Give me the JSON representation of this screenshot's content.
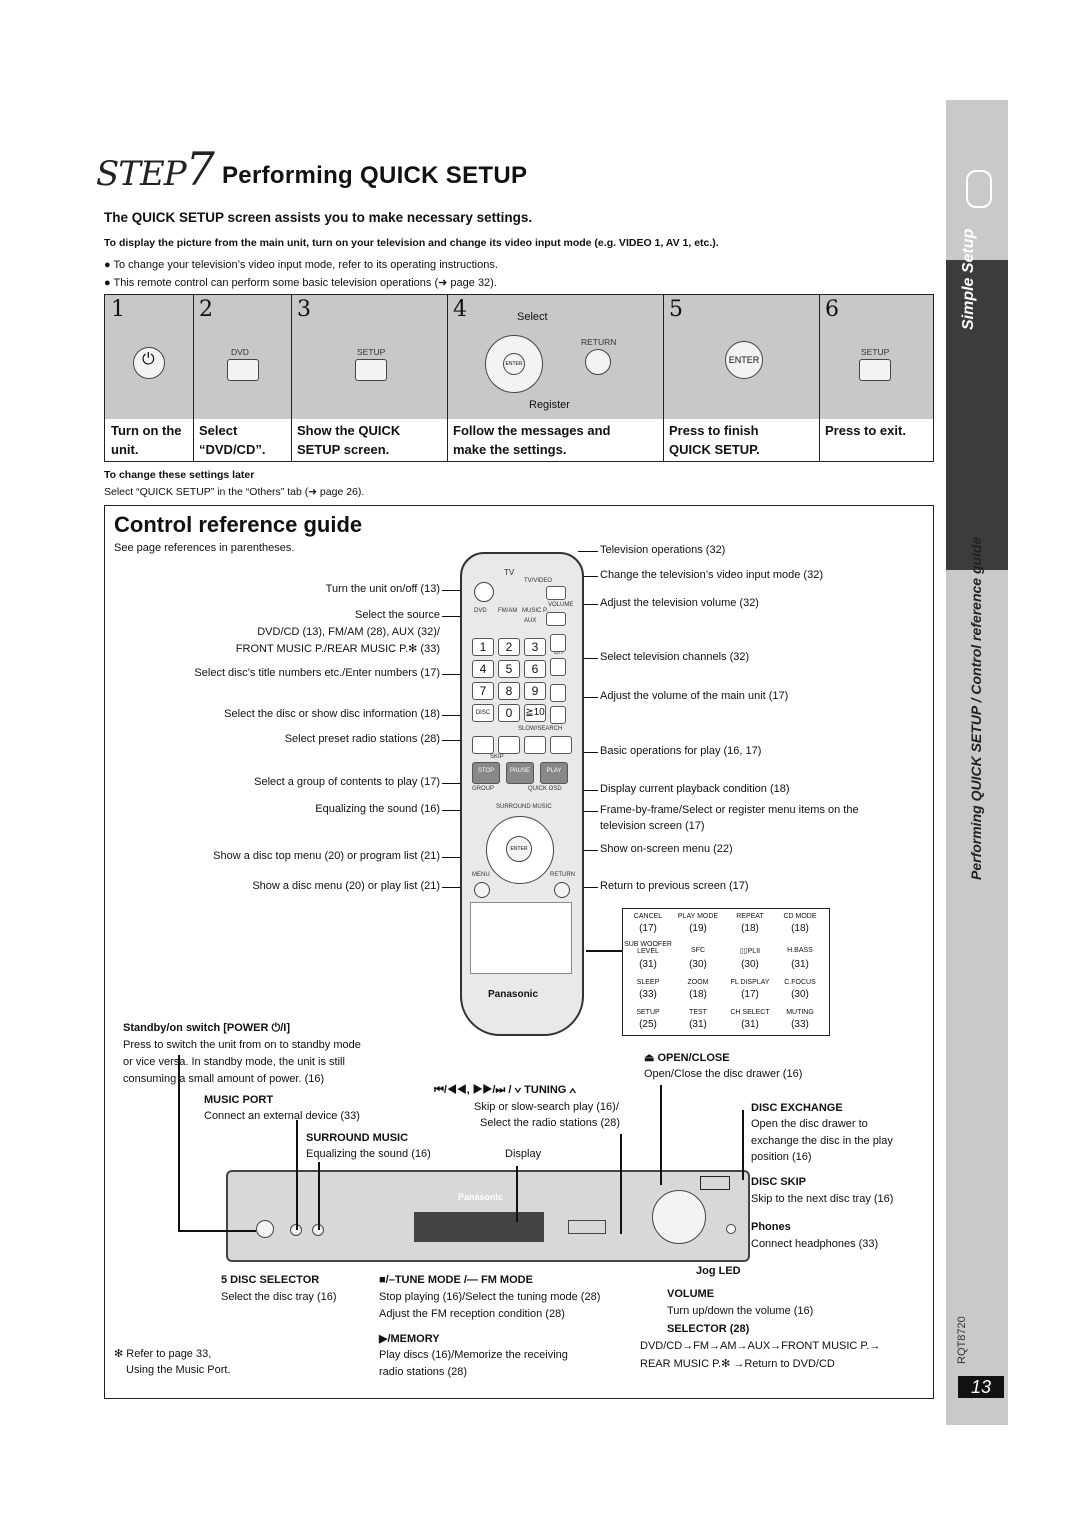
{
  "header": {
    "step_word": "STEP",
    "step_num": "7",
    "title": "Performing QUICK SETUP",
    "subtitle": "The QUICK SETUP screen assists you to make necessary settings.",
    "instruction": "To display the picture from the main unit, turn on your television and change its video input mode (e.g. VIDEO 1, AV 1, etc.).",
    "bullets": [
      "● To change your television’s video input mode, refer to its operating instructions.",
      "● This remote control can perform some basic television operations (➜ page 32)."
    ]
  },
  "steps": [
    {
      "num": "1",
      "caption1": "Turn on the",
      "caption2": "unit.",
      "btn": ""
    },
    {
      "num": "2",
      "caption1": "Select",
      "caption2": "“DVD/CD”.",
      "btn": "DVD"
    },
    {
      "num": "3",
      "caption1": "Show the QUICK",
      "caption2": "SETUP screen.",
      "btn": "SETUP"
    },
    {
      "num": "4",
      "caption1": "Follow the messages and",
      "caption2": "make the settings.",
      "btn": "RETURN",
      "select": "Select",
      "register": "Register",
      "enter": "ENTER"
    },
    {
      "num": "5",
      "caption1": "Press to finish",
      "caption2": "QUICK SETUP.",
      "btn": "ENTER"
    },
    {
      "num": "6",
      "caption1": "Press to exit.",
      "caption2": "",
      "btn": "SETUP"
    }
  ],
  "later": {
    "heading": "To change these settings later",
    "text": "Select “QUICK SETUP” in the “Others” tab (➜ page 26)."
  },
  "sidebar": {
    "simple_setup": "Simple Setup",
    "section": "Performing QUICK SETUP / Control reference guide",
    "page": "13",
    "code": "RQT8720"
  },
  "crg": {
    "title": "Control reference guide",
    "see_refs": "See page references in parentheses.",
    "left_labels": [
      "Turn the unit on/off (13)",
      "Select the source",
      "DVD/CD (13), FM/AM (28), AUX (32)/",
      "FRONT MUSIC P./REAR MUSIC P.✻ (33)",
      "Select disc’s title numbers etc./Enter numbers (17)",
      "Select the disc or show disc information (18)",
      "Select preset radio stations (28)",
      "Select a group of contents to play (17)",
      "Equalizing the sound (16)",
      "Show a disc top menu (20) or program list (21)",
      "Show a disc menu (20) or play list (21)"
    ],
    "right_labels": [
      "Television operations (32)",
      "Change the television’s video input mode (32)",
      "Adjust the television volume (32)",
      "Select television channels (32)",
      "Adjust the volume of the main unit (17)",
      "Basic operations for play (16, 17)",
      "Display current playback condition (18)",
      "Frame-by-frame/Select or register menu items on the",
      "television screen (17)",
      "Show on-screen menu (22)",
      "Return to previous screen (17)"
    ],
    "remote": {
      "tv": "TV",
      "tvvideo": "TV/VIDEO",
      "volume": "VOLUME",
      "ch": "CH",
      "digits": [
        "1",
        "2",
        "3",
        "4",
        "5",
        "6",
        "7",
        "8",
        "9",
        "0"
      ],
      "ten": "≧10",
      "disc": "DISC",
      "skip": "SKIP",
      "slow": "SLOW/SEARCH",
      "stop": "STOP",
      "pause": "PAUSE",
      "play": "PLAY",
      "group": "GROUP",
      "quick": "QUICK OSD",
      "surround": "SURROUND MUSIC",
      "enter": "ENTER",
      "menu": "MENU",
      "return": "RETURN",
      "brand": "Panasonic",
      "sources": [
        "DVD",
        "FM/AM",
        "MUSIC P.",
        "AUX"
      ]
    },
    "grid": {
      "labels": [
        "CANCEL",
        "PLAY MODE",
        "REPEAT",
        "CD MODE",
        "SUB WOOFER LEVEL",
        "SFC",
        "▯▯PLII",
        "H.BASS",
        "SLEEP",
        "ZOOM",
        "FL DISPLAY",
        "C.FOCUS",
        "SETUP",
        "TEST",
        "CH SELECT",
        "MUTING"
      ],
      "nums": [
        "(17)",
        "(19)",
        "(18)",
        "(18)",
        "(31)",
        "(30)",
        "(30)",
        "(31)",
        "(33)",
        "(18)",
        "(17)",
        "(30)",
        "(25)",
        "(31)",
        "(31)",
        "(33)"
      ]
    },
    "standby": {
      "heading": "Standby/on switch [POWER ⏻/I]",
      "text1": "Press to switch the unit from on to standby mode",
      "text2": "or vice versa. In standby mode, the unit is still",
      "text3": "consuming a small amount of power. (16)"
    },
    "music_port": {
      "heading": "MUSIC PORT",
      "text": "Connect an external device (33)"
    },
    "surround_music": {
      "heading": "SURROUND MUSIC",
      "text": "Equalizing the sound (16)"
    },
    "display": "Display",
    "tuning": {
      "heading": "⏮/◀◀, ▶▶/⏭ / ∨ TUNING ∧",
      "text1": "Skip or slow-search play (16)/",
      "text2": "Select the radio stations (28)"
    },
    "open_close": {
      "heading": "⏏ OPEN/CLOSE",
      "text": "Open/Close the disc drawer (16)"
    },
    "disc_exchange": {
      "heading": "DISC EXCHANGE",
      "text1": "Open the disc drawer to",
      "text2": "exchange the disc in the play",
      "text3": "position (16)"
    },
    "disc_skip": {
      "heading": "DISC SKIP",
      "text": "Skip to the next disc tray (16)"
    },
    "phones": {
      "heading": "Phones",
      "text": "Connect headphones (33)"
    },
    "jog_led": "Jog LED",
    "disc_selector": {
      "heading": "5 DISC SELECTOR",
      "text": "Select the disc tray (16)"
    },
    "tune_mode": {
      "heading": "■/–TUNE MODE /— FM MODE",
      "text1": "Stop playing (16)/Select the tuning mode (28)",
      "text2": "Adjust the FM reception condition (28)"
    },
    "memory": {
      "heading": "▶/MEMORY",
      "text1": "Play discs (16)/Memorize the receiving",
      "text2": "radio stations (28)"
    },
    "volume": {
      "heading": "VOLUME",
      "text": "Turn up/down the volume (16)"
    },
    "selector": {
      "heading": "SELECTOR (28)",
      "text1": "DVD/CD→FM→AM→AUX→FRONT MUSIC P.→",
      "text2": "REAR MUSIC P.✻ →Return to DVD/CD"
    },
    "footnote": {
      "text1": "✻ Refer to page 33,",
      "text2": "Using the Music Port."
    },
    "unit_brand": "Panasonic"
  }
}
